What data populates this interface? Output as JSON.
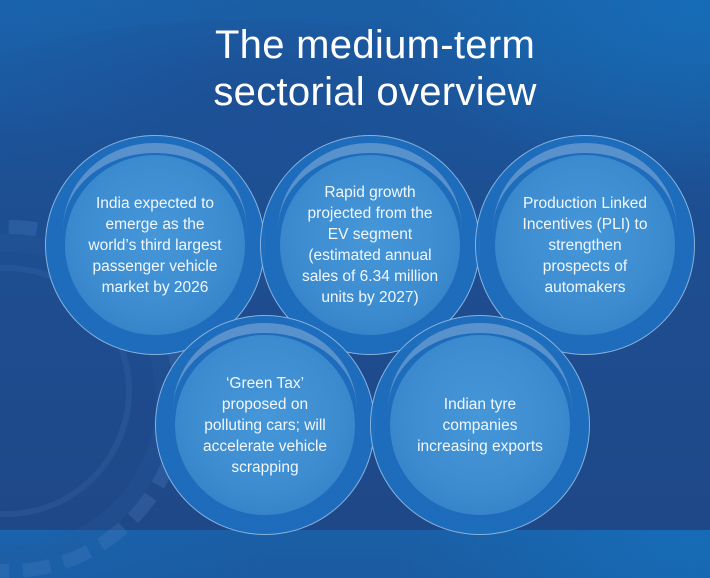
{
  "slide": {
    "title_lines": [
      "The medium-term",
      "sectorial overview"
    ],
    "colors": {
      "background_dark": "#1f4888",
      "background_light": "#1566b0",
      "bubble_fill": "#4597d8",
      "bubble_ring": "#1e6ebe",
      "text": "#ffffff"
    },
    "bubbles": [
      {
        "id": "passenger-vehicle-market",
        "lines": [
          "India expected to",
          "emerge as the",
          "world’s third largest",
          "passenger vehicle",
          "market by 2026"
        ]
      },
      {
        "id": "ev-segment-growth",
        "lines": [
          "Rapid growth",
          "projected from the",
          "EV segment",
          "(estimated annual",
          "sales of 6.34 million",
          "units by 2027)"
        ]
      },
      {
        "id": "pli-incentives",
        "lines": [
          "Production Linked",
          "Incentives (PLI) to",
          "strengthen",
          "prospects of",
          "automakers"
        ]
      },
      {
        "id": "green-tax",
        "lines": [
          "‘Green Tax’",
          "proposed on",
          "polluting cars; will",
          "accelerate vehicle",
          "scrapping"
        ]
      },
      {
        "id": "tyre-exports",
        "lines": [
          "Indian tyre",
          "companies",
          "increasing exports"
        ]
      }
    ]
  }
}
